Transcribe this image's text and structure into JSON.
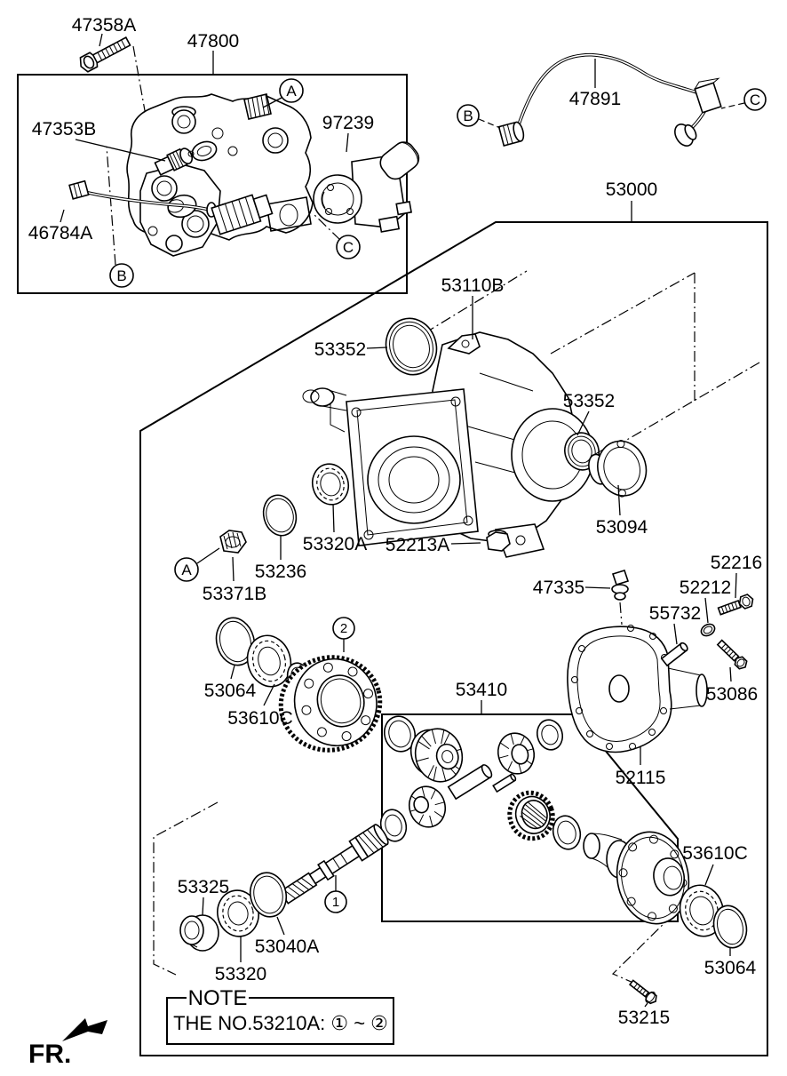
{
  "diagram": {
    "colors": {
      "line": "#000000",
      "background": "#ffffff"
    },
    "labels": {
      "l47358A": "47358A",
      "l47800": "47800",
      "l47353B": "47353B",
      "l46784A": "46784A",
      "l97239": "97239",
      "l47891": "47891",
      "l53000": "53000",
      "l53110B": "53110B",
      "l53352a": "53352",
      "l53352b": "53352",
      "l53094": "53094",
      "l53320A": "53320A",
      "l52213A": "52213A",
      "l53236": "53236",
      "l53371B": "53371B",
      "l53064a": "53064",
      "l53610Ca": "53610C",
      "l53410": "53410",
      "l52115": "52115",
      "l47335": "47335",
      "l52216": "52216",
      "l52212": "52212",
      "l55732": "55732",
      "l53086": "53086",
      "l53610Cb": "53610C",
      "l53064b": "53064",
      "l53215": "53215",
      "l53325": "53325",
      "l53320": "53320",
      "l53040A": "53040A"
    },
    "callouts": {
      "a": "A",
      "b": "B",
      "c": "C",
      "n1": "1",
      "n2": "2"
    },
    "note": {
      "heading": "NOTE",
      "body": "THE NO.53210A: ① ~ ②"
    },
    "fr_label": "FR."
  }
}
